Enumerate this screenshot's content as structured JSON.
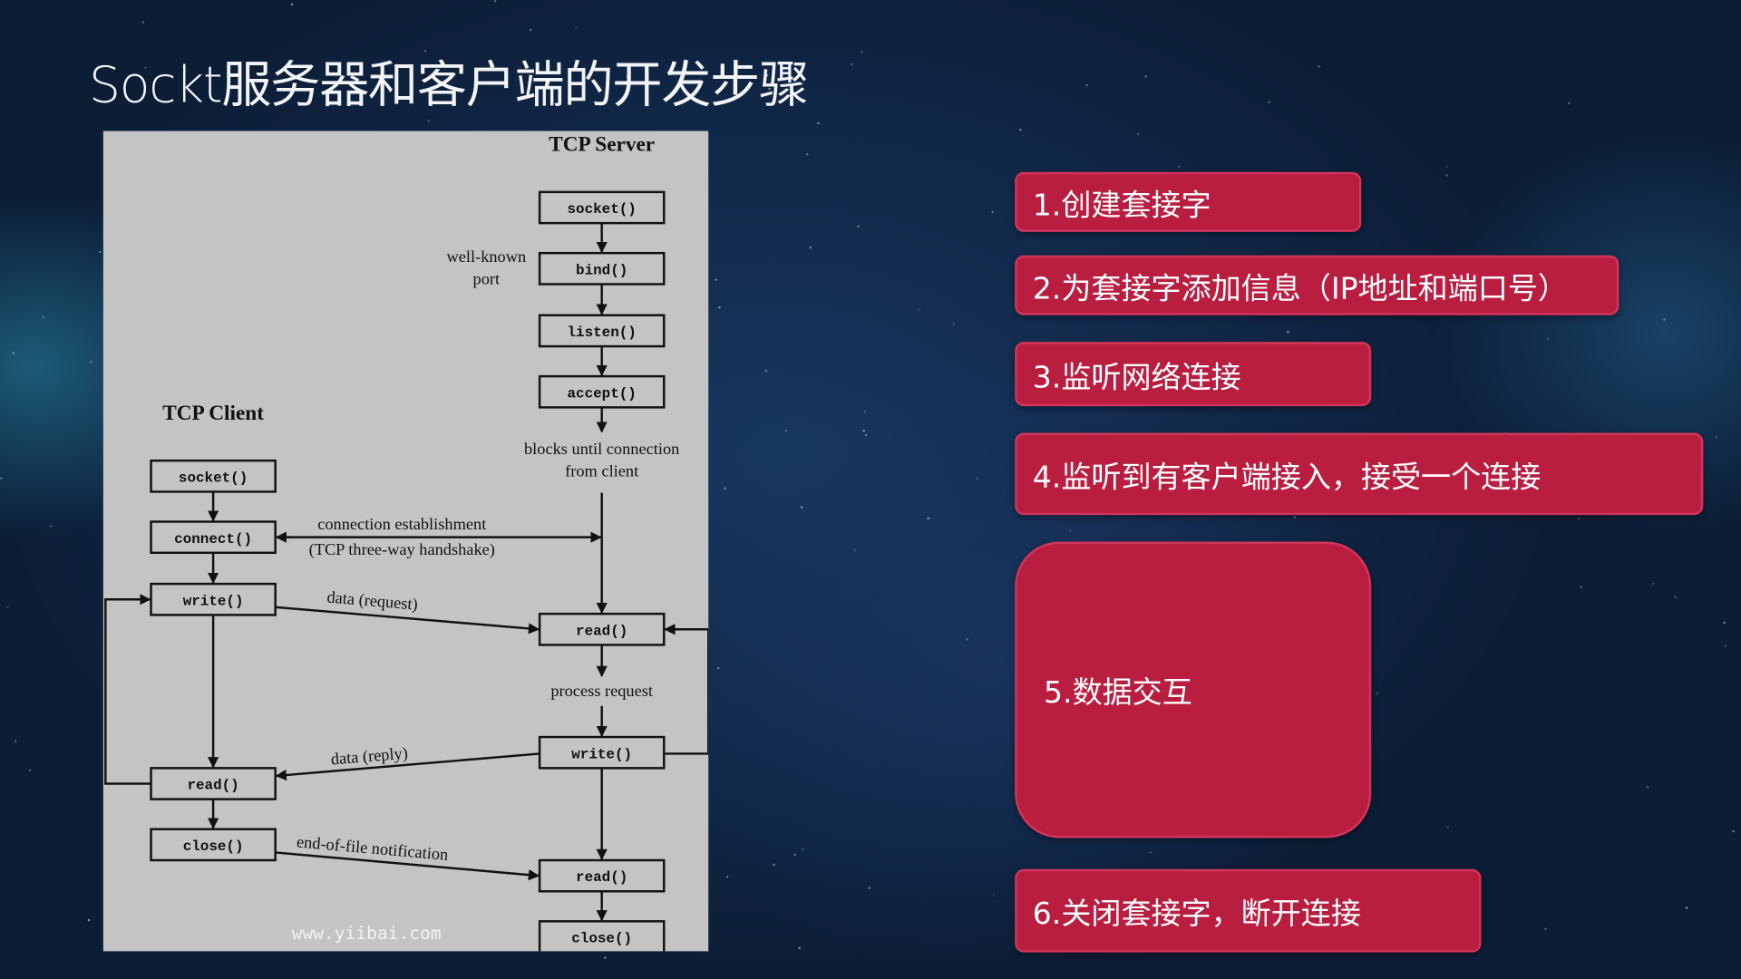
{
  "title": "Sockt服务器和客户端的开发步骤",
  "diagram": {
    "server_title": "TCP Server",
    "client_title": "TCP Client",
    "server_calls": [
      "socket()",
      "bind()",
      "listen()",
      "accept()",
      "read()",
      "write()",
      "read()",
      "close()"
    ],
    "client_calls": [
      "socket()",
      "connect()",
      "write()",
      "read()",
      "close()"
    ],
    "labels": {
      "well_known_1": "well-known",
      "well_known_2": "port",
      "blocks_1": "blocks until connection",
      "blocks_2": "from client",
      "conn_1": "connection establishment",
      "conn_2": "(TCP three-way handshake)",
      "data_request": "data (request)",
      "process_request": "process request",
      "data_reply": "data (reply)",
      "eof": "end-of-file notification"
    },
    "watermark": "www.yiibai.com"
  },
  "steps": [
    {
      "label": "1.创建套接字"
    },
    {
      "label": "2.为套接字添加信息（IP地址和端口号）"
    },
    {
      "label": "3.监听网络连接"
    },
    {
      "label": "4.监听到有客户端接入，接受一个连接"
    },
    {
      "label": "5.数据交互"
    },
    {
      "label": "6.关闭套接字，断开连接"
    }
  ],
  "colors": {
    "step_fill": "#b91d40",
    "diagram_bg": "#c4c4c4",
    "background": "#0e2039"
  }
}
